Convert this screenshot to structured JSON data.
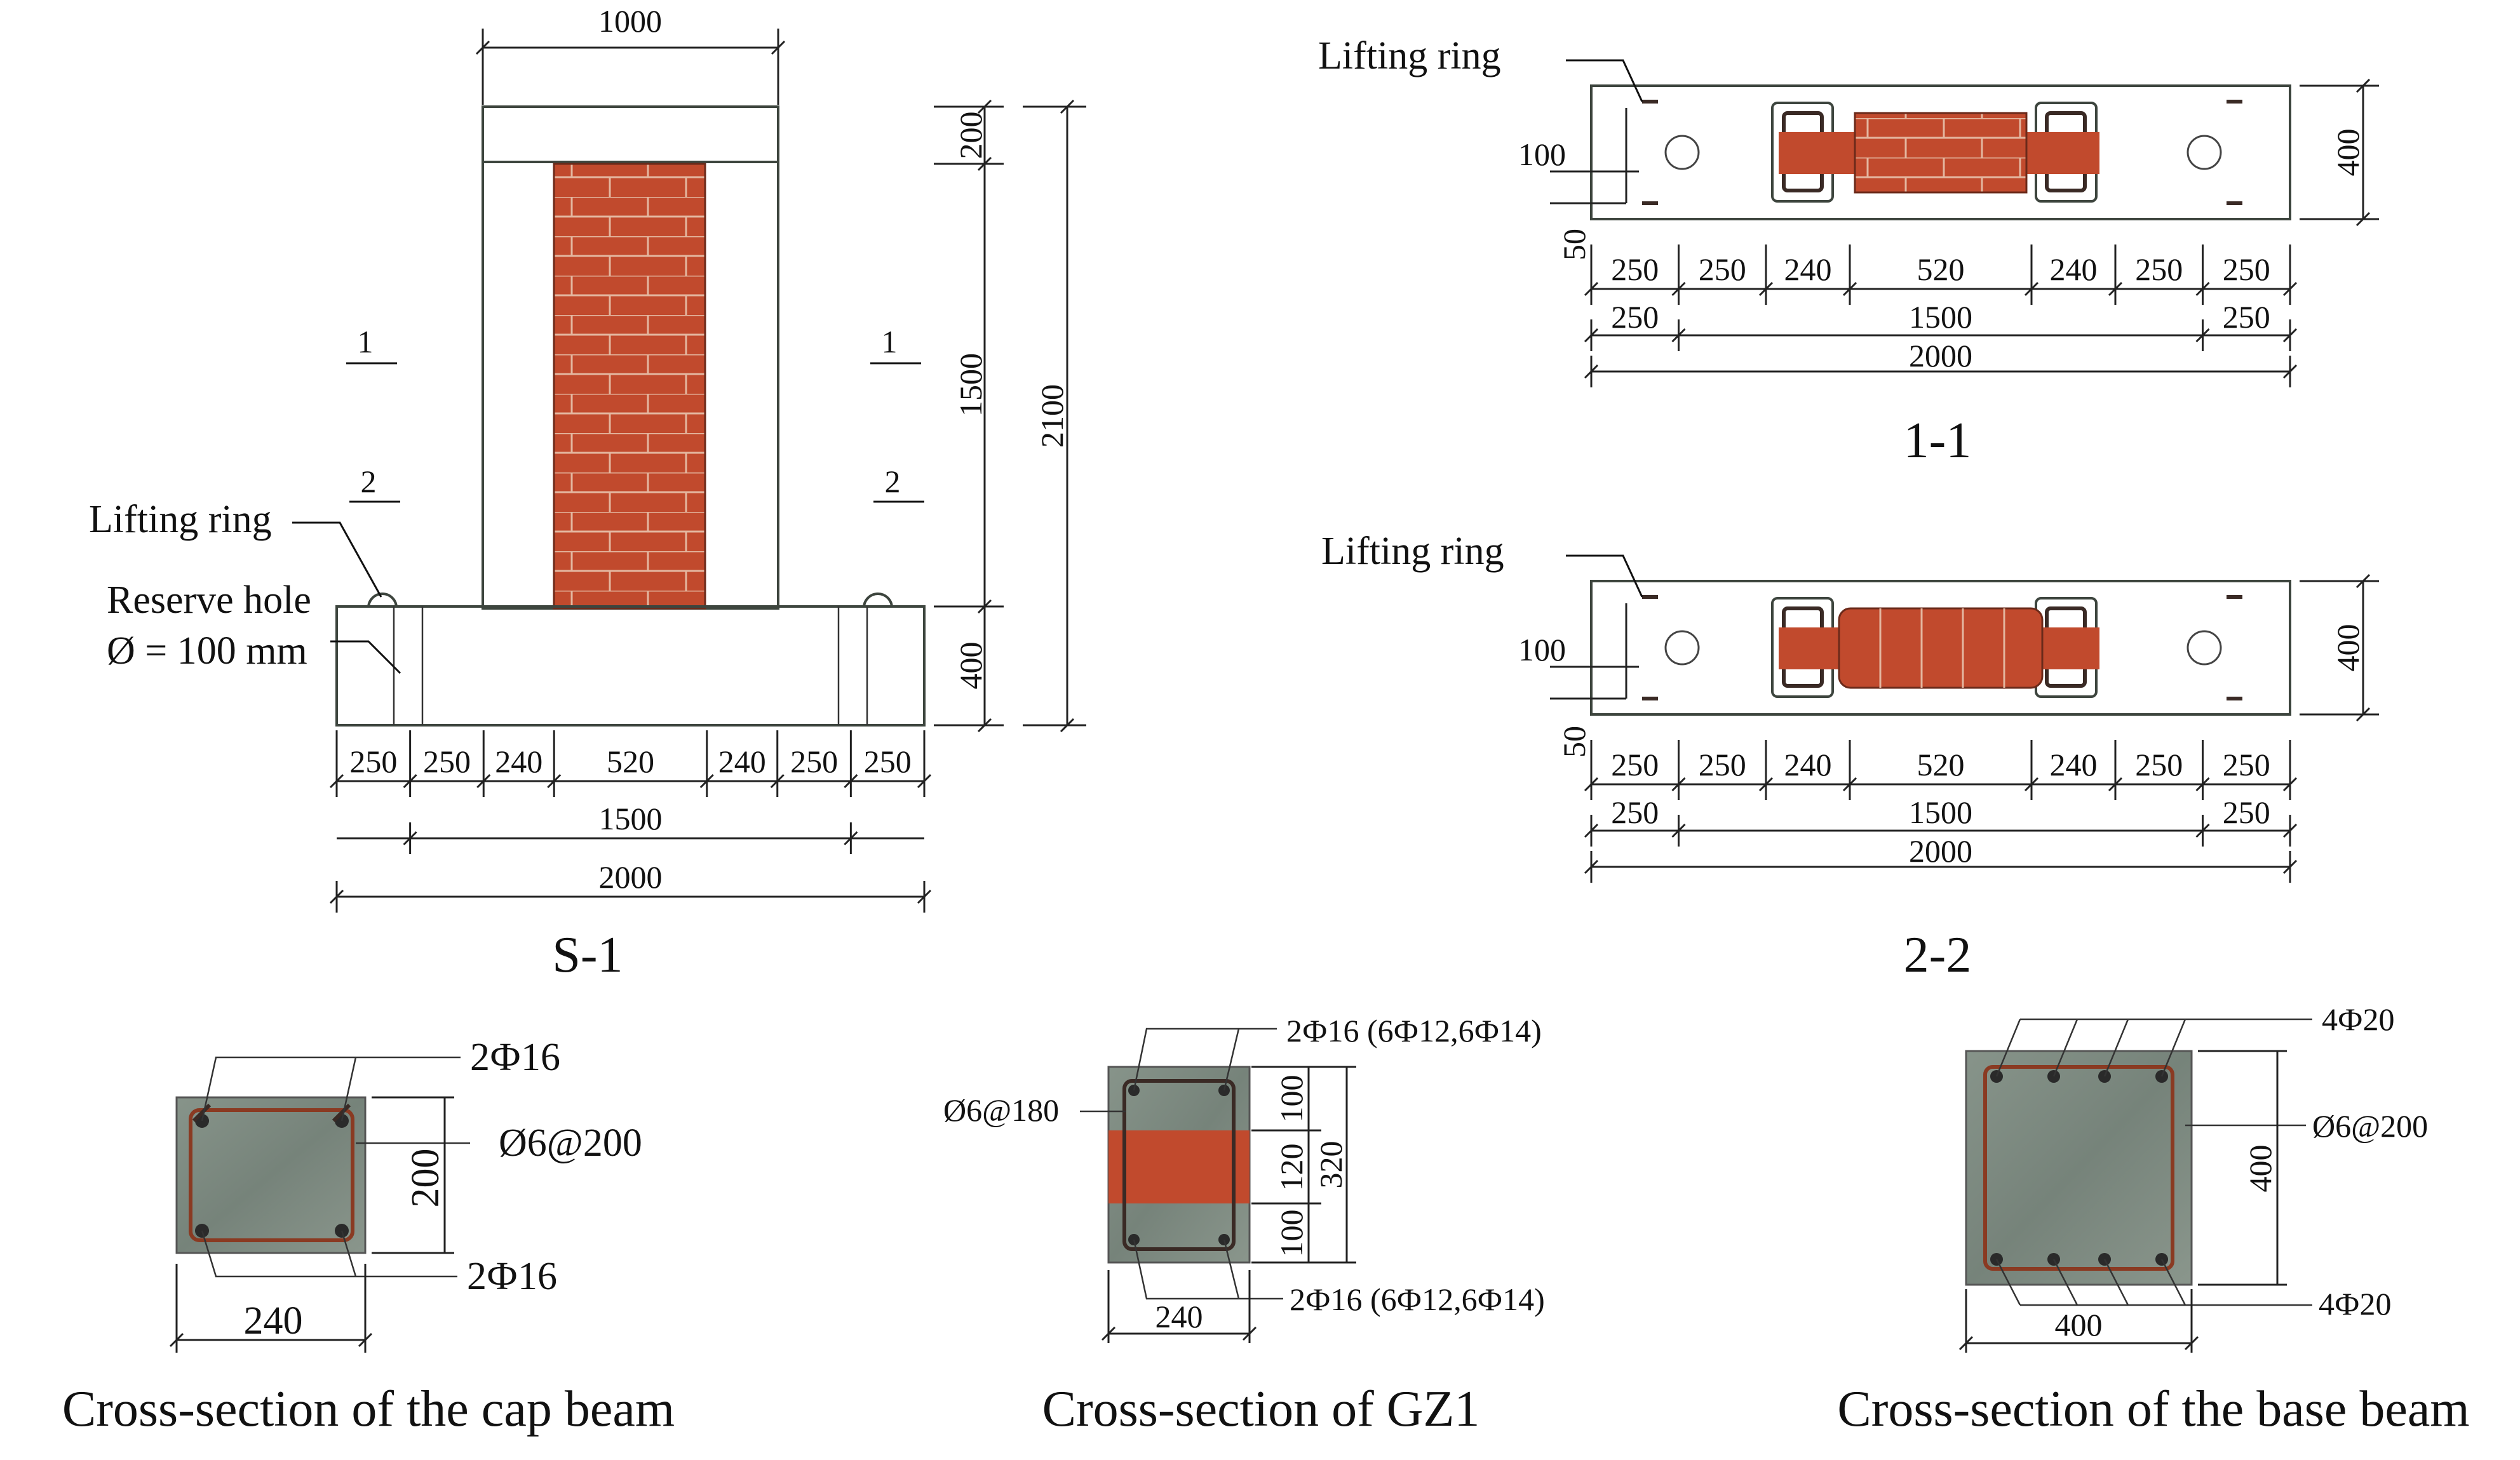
{
  "colors": {
    "concrete": "#7d8a7f",
    "concrete_dark": "#5f6b61",
    "brick": "#c14a2d",
    "brick_mortar": "#e4b7a0",
    "line": "#222222"
  },
  "s1": {
    "caption": "S-1",
    "dim_top_width": "1000",
    "dim_cap_height": "200",
    "dim_wall_height": "1500",
    "dim_total_height": "2100",
    "dim_base_height": "400",
    "section_mark_1": "1",
    "section_mark_2": "2",
    "lifting_ring_label": "Lifting ring",
    "reserve_hole_label_1": "Reserve hole",
    "reserve_hole_label_2": "Ø = 100 mm",
    "dim_row1": [
      "250",
      "250",
      "240",
      "520",
      "240",
      "250",
      "250"
    ],
    "dim_row2": "1500",
    "dim_row3": "2000"
  },
  "section_11": {
    "caption": "1-1",
    "lifting_ring_label": "Lifting ring",
    "dim_left": "100",
    "dim_left_small": "50",
    "dim_right": "400",
    "dim_row1": [
      "250",
      "250",
      "240",
      "520",
      "240",
      "250",
      "250"
    ],
    "dim_row2": [
      "250",
      "1500",
      "250"
    ],
    "dim_row3": "2000"
  },
  "section_22": {
    "caption": "2-2",
    "lifting_ring_label": "Lifting ring",
    "dim_left": "100",
    "dim_left_small": "50",
    "dim_right": "400",
    "dim_row1": [
      "250",
      "250",
      "240",
      "520",
      "240",
      "250",
      "250"
    ],
    "dim_row2": [
      "250",
      "1500",
      "250"
    ],
    "dim_row3": "2000"
  },
  "cap_beam": {
    "caption": "Cross-section of the cap beam",
    "top_bars": "2Ф16",
    "stirrup": "Ø6@200",
    "bottom_bars": "2Ф16",
    "dim_height": "200",
    "dim_width": "240"
  },
  "gz1": {
    "caption": "Cross-section of GZ1",
    "top_bars": "2Ф16 (6Ф12,6Ф14)",
    "stirrup": "Ø6@180",
    "bottom_bars": "2Ф16 (6Ф12,6Ф14)",
    "dim_top": "100",
    "dim_mid": "120",
    "dim_bot": "100",
    "dim_total": "320",
    "dim_width": "240"
  },
  "base_beam": {
    "caption": "Cross-section of the base beam",
    "top_bars": "4Ф20",
    "stirrup": "Ø6@200",
    "bottom_bars": "4Ф20",
    "dim_height": "400",
    "dim_width": "400"
  }
}
